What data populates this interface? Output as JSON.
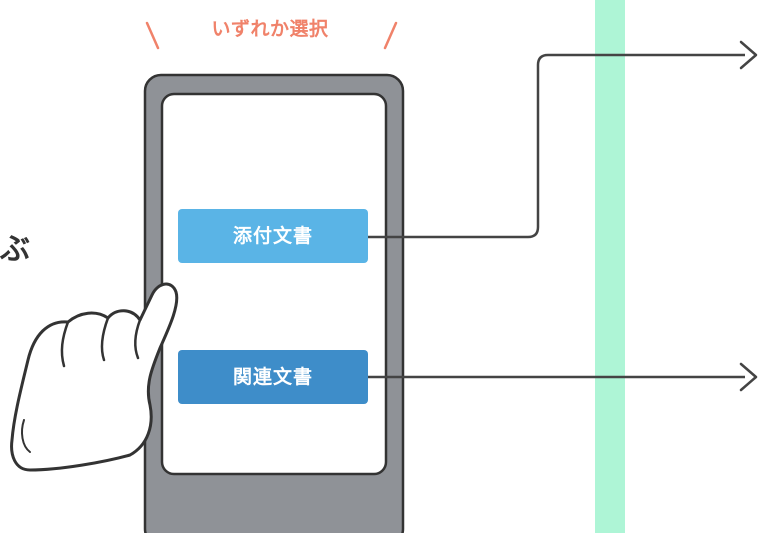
{
  "header": {
    "choose_label": "いずれか選択"
  },
  "side": {
    "partial_text": "ぶ"
  },
  "buttons": {
    "attached_label": "添付文書",
    "related_label": "関連文書"
  },
  "colors": {
    "accent_orange": "#f0826a",
    "attached_button": "#5ab4e6",
    "related_button": "#3e8dc9",
    "device_frame": "#8f9297",
    "device_screen": "#ffffff",
    "divider_band": "#aef5d6",
    "connector_line": "#444444"
  },
  "icons": {
    "hand": "pointing-hand-icon",
    "arrow": "chevron-right-icon"
  }
}
